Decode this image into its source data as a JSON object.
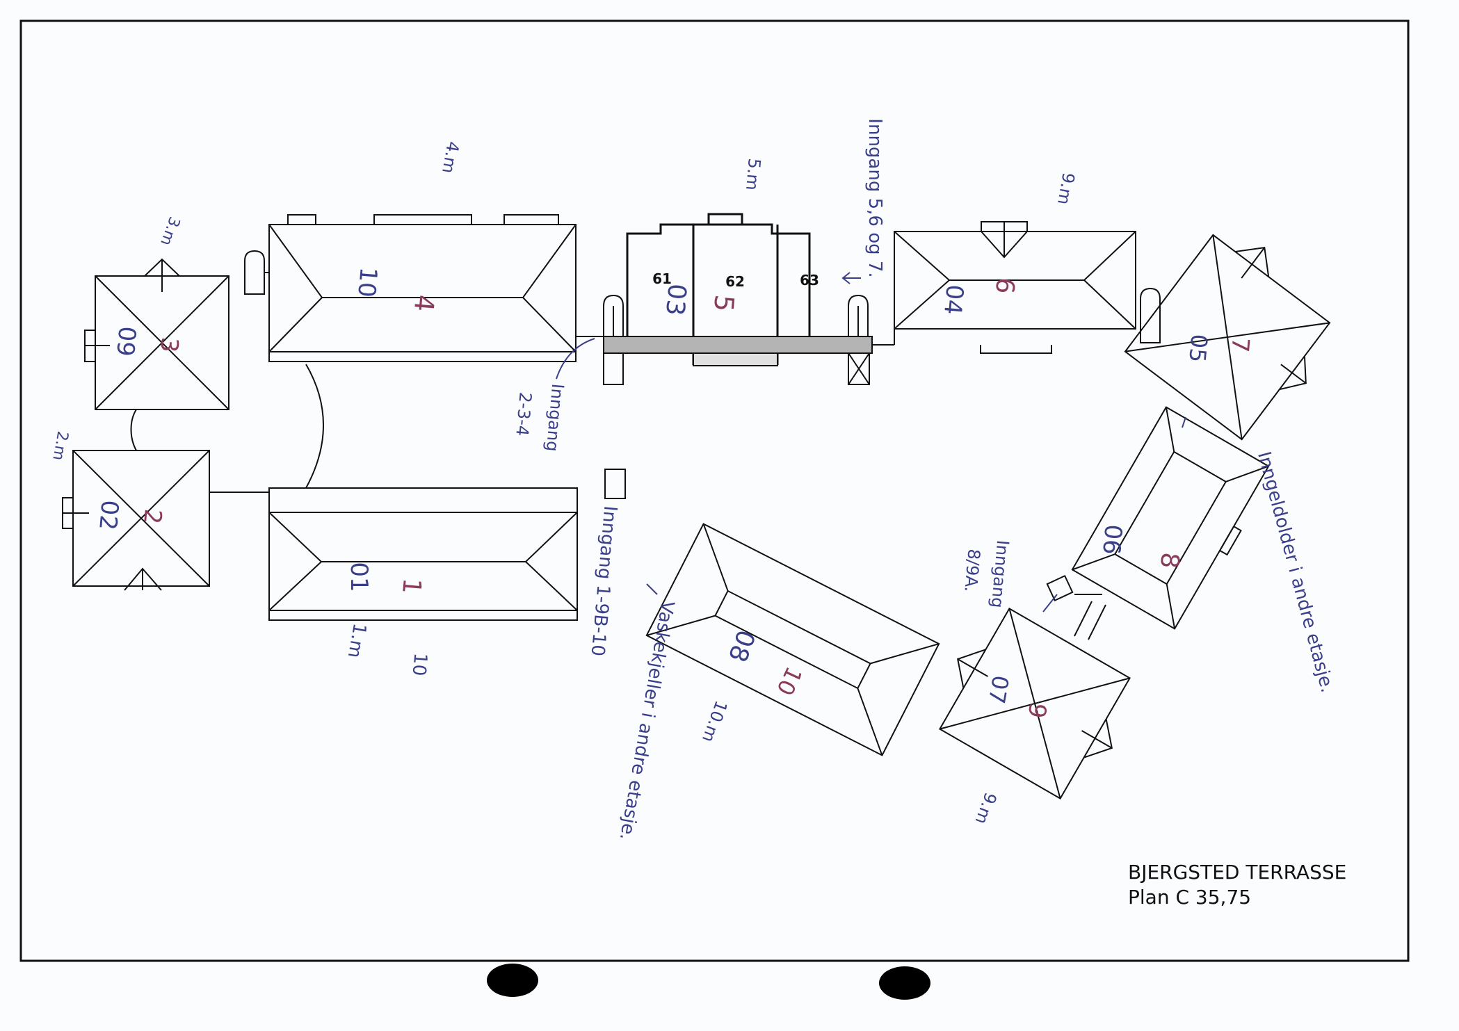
{
  "title": {
    "line1": "BJERGSTED  TERRASSE",
    "line2": "Plan C 35,75"
  },
  "colors": {
    "paper": "#fbfcfd",
    "ink": "#111111",
    "pencil": "#3a3f8a",
    "red_pencil": "#8a3a5a",
    "corridor": "#b4b4b4"
  },
  "room_labels": {
    "r61": "61",
    "r62": "62",
    "r63": "63"
  },
  "handwritten": {
    "b1_code": "01",
    "b1_num": "1",
    "b1_floor": "1.m",
    "b1_ten": "10",
    "b2_code": "02",
    "b2_num": "2",
    "b2_floor": "2.m",
    "b3_code": "09",
    "b3_num": "3",
    "b3_floor": "3.m",
    "b4_code": "10",
    "b4_num": "4",
    "b4_floor": "4.m",
    "b5_code": "03",
    "b5_num": "5",
    "b5_floor": "5.m",
    "b6_code": "04",
    "b6_num": "6",
    "b6_floor": "9.m",
    "b7_code": "05",
    "b7_num": "7",
    "b8_code": "06",
    "b8_num": "8",
    "b9_code": "07",
    "b9_num": "9",
    "b9_floor": "9.m",
    "b10_code": "08",
    "b10_num": "10",
    "b10_floor": "10.m",
    "entrance_567": "Inngang 5,6 og 7.",
    "entrance_234_a": "Inngang",
    "entrance_234_b": "2-3-4",
    "entrance_1910": "Inngang 1-9B-10",
    "note_vask": "Vaskekjeller i andre etasje.",
    "entrance_89_a": "Inngang",
    "entrance_89_b": "8/9A.",
    "note_innkl": "Inngeldolder i andre etasje."
  }
}
